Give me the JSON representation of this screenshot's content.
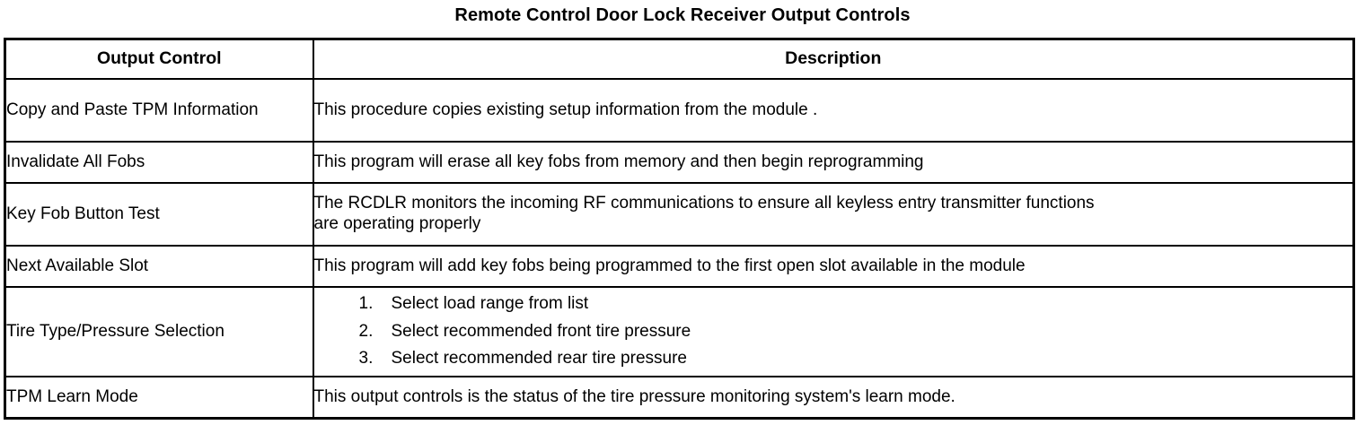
{
  "document": {
    "title": "Remote Control Door Lock Receiver Output Controls"
  },
  "table": {
    "headers": {
      "col1": "Output Control",
      "col2": "Description"
    },
    "rows": [
      {
        "name_line1": "Copy and Paste TPM",
        "name_line2": "Information",
        "description": "This procedure copies existing setup information from the module ."
      },
      {
        "name_line1": "Invalidate All Fobs",
        "description": "This program will erase all key fobs from memory and then begin reprogramming"
      },
      {
        "name_line1": "Key Fob Button Test",
        "desc_line1": "The RCDLR monitors the incoming RF communications to ensure all keyless entry transmitter functions",
        "desc_line2": "are operating properly"
      },
      {
        "name_line1": "Next Available Slot",
        "description": "This program will add key fobs being programmed to the first open slot available in the module"
      },
      {
        "name_line1": "Tire Type/Pressure Selection",
        "steps": [
          "Select load range from list",
          "Select recommended front tire pressure",
          "Select recommended rear tire pressure"
        ]
      },
      {
        "name_line1": "TPM Learn Mode",
        "description": "This output controls is the status of the tire pressure monitoring system's learn mode."
      }
    ]
  },
  "colors": {
    "text": "#000000",
    "background": "#ffffff",
    "border": "#000000"
  }
}
